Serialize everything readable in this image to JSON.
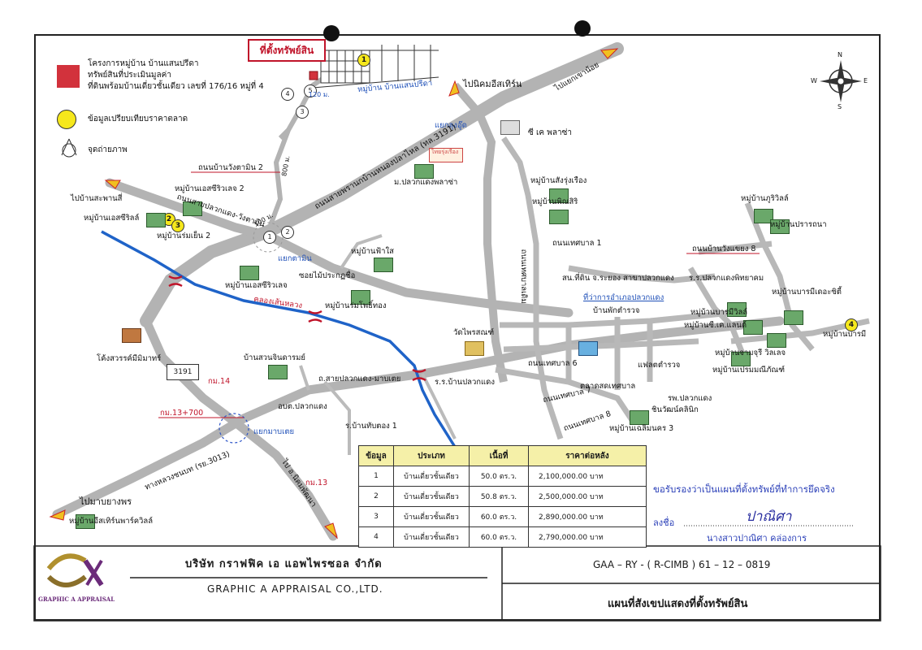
{
  "legend": {
    "project_line1": "โครงการหมู่บ้าน บ้านแสนปรีดา",
    "project_line2": "ทรัพย์สินที่ประเมินมูลค่า",
    "project_line3": "ที่ดินพร้อมบ้านเดี่ยวชั้นเดียว เลขที่ 176/16 หมู่ที่ 4",
    "comparison": "ข้อมูลเปรียบเทียบราคาตลาด",
    "photo_point": "จุดถ่ายภาพ"
  },
  "colors": {
    "road": "#b3b3b3",
    "canal": "#1f63c8",
    "subject": "#d2323c",
    "comparable": "#f6e81c",
    "arrow": "#f0c020",
    "table_header": "#f5f0a8"
  },
  "map_labels": {
    "subject_box": "ที่ตั้งทรัพย์สิน",
    "village_sanpreeda": "หมู่บ้าน บ้านแสนปรีดา",
    "dist_120": "120 ม.",
    "to_nikhom": "ไปนิคมอีสเทิร์น",
    "to_khaoyai": "ไปแยกเขาน้อย",
    "yaek_klung": "แยกลุงอู๊ด",
    "ck_plaza": "ซี เค พลาซ่า",
    "rd_wangtamin": "ถนนบ้านวังตามิน 2",
    "dist_800": "800 ม.",
    "hwy_3191": "ถนนสายพรานกบ้านหนองปลาไหล (ทล.3191)",
    "mor_pluak": "ม.ปลวกแดงพลาซ่า",
    "to_sapan": "ไปบ้านสะพานสี่",
    "v_essiri2": "หมู่บ้านเอสซีริวเลจ 2",
    "v_essiri_s": "หมู่บ้านเอสซีริลล์",
    "v_romyen2": "หมู่บ้านร่มเย็น 2",
    "rd_pluak_wangtamin": "ถนนสายปลวกแดง-วังตามิน",
    "dist_100": "100 ม.",
    "yaek_tamin": "แยกตามิน",
    "v_pha": "หมู่บ้านฟ้าใส",
    "v_essiri": "หมู่บ้านเอสซีริวเลจ",
    "soi_mai": "ซอยไม้ประกฏชื่อ",
    "v_rompo": "หมู่บ้านร่มโพธิ์ทอง",
    "canal": "คลองเส้นหลวง",
    "v_sangroong": "หมู่บ้านสังรุ่งเรือง",
    "v_pinsiri": "หมู่บ้านพิณสิริ",
    "rd_tessaban1": "ถนนเทศบาล 1",
    "rd_tessaban_long": "ถนนเทศบาลเดิม",
    "police": "สน.ที่ดิน จ.ระยอง สาขาปลวกแดง",
    "district_office": "ที่ว่าการอำเภอปลวกแดง",
    "police_house": "บ้านพักตำรวจ",
    "wat": "วัดไพรสณฑ์",
    "rd_tessaban6": "ถนนเทศบาล 6",
    "police_flat": "แฟลตตำรวจ",
    "v_kuriwill": "หมู่บ้านภูริวิลล์",
    "v_prathana": "หมู่บ้านปรารถนา",
    "rd_wangbon8": "ถนนบ้านวังแขยง 8",
    "school_pluak": "ร.ร.ปลวกแดงพิทยาคม",
    "v_banromv": "หมู่บ้านบารมีวิลล์",
    "v_banrom_city": "หมู่บ้านบารมีเดอะซิตี้",
    "v_skland": "หมู่บ้านซี.เค.แลนด์",
    "v_banrom": "หมู่บ้านบารมี",
    "v_jamjuree": "หมู่บ้านจามจุรี วิลเลจ",
    "v_premmanee": "หมู่บ้านเปรมมณีภัณฑ์",
    "hospital": "รพ.ปลวกแดง",
    "clinic": "ชินวัฒน์คลินิก",
    "market": "ตลาดสดเทศบาล",
    "rd_tessaban7": "ถนนเทศบาล 7",
    "rd_tessaban8": "ถนนเทศบาล 8",
    "v_chaloem": "หมู่บ้านเฉลิมนคร 3",
    "khongsawan": "โค้งสวรรค์มีมิมาทร์",
    "v_suanjin": "บ้านสวนจินดารมย์",
    "shield_3191": "3191",
    "km14": "กม.14",
    "km13_700": "กม.13+700",
    "km13": "กม.13",
    "rd_sai_pluak": "ถ.สายปลวกแดง-มาบเตย",
    "abt_pluak": "อบต.ปลวกแดง",
    "school_ban": "ร.ร.บ้านปลวกแดง",
    "to_mabyangporn": "ไปมาบยางพร",
    "rd_347": "ทางหลวงชนบท (รย.3013)",
    "v_eastern": "หมู่บ้านอีสเทิร์นพาร์ควิลล์",
    "to_nikhom2": "ไป อ.นิคมพัฒนา",
    "yaek_mabtei": "แยกมาบเตย",
    "r_banthongthong": "ร.บ้านทับตอง 1",
    "compass_n": "N",
    "compass_s": "S",
    "compass_e": "E",
    "compass_w": "W",
    "sponsor_text": "ไทยรุ่งเรือง"
  },
  "comparables_markers": [
    "1",
    "2",
    "3",
    "4"
  ],
  "photo_points": [
    "1",
    "2",
    "3",
    "4",
    "5"
  ],
  "table": {
    "headers": [
      "ข้อมูล",
      "ประเภท",
      "เนื้อที่",
      "ราคาต่อหลัง"
    ],
    "rows": [
      {
        "no": "1",
        "type": "บ้านเดี่ยวชั้นเดียว",
        "area": "50.0 ตร.ว.",
        "price": "2,100,000.00 บาท"
      },
      {
        "no": "2",
        "type": "บ้านเดี่ยวชั้นเดียว",
        "area": "50.8 ตร.ว.",
        "price": "2,500,000.00 บาท"
      },
      {
        "no": "3",
        "type": "บ้านเดี่ยวชั้นเดียว",
        "area": "60.0 ตร.ว.",
        "price": "2,890,000.00 บาท"
      },
      {
        "no": "4",
        "type": "บ้านเดี่ยวชั้นเดียว",
        "area": "60.0 ตร.ว.",
        "price": "2,790,000.00 บาท"
      }
    ]
  },
  "certification": {
    "statement": "ขอรับรองว่าเป็นแผนที่ตั้งทรัพย์ที่ทำการยึดจริง",
    "sign_label": "ลงชื่อ",
    "signature": "ปาณิศา",
    "signer_name": "นางสาวปาณิศา   คล่องการ"
  },
  "footer": {
    "logo_letters": "GA",
    "logo_caption": "GRAPHIC A APPRAISAL",
    "company_thai": "บริษัท  กราฟฟิค  เอ  แอพไพรซอล  จำกัด",
    "company_en": "GRAPHIC  A  APPRAISAL  CO.,LTD.",
    "doc_code": "GAA – RY - ( R-CIMB ) 61 – 12 – 0819",
    "doc_title": "แผนที่สังเขปแสดงที่ตั้งทรัพย์สิน"
  }
}
